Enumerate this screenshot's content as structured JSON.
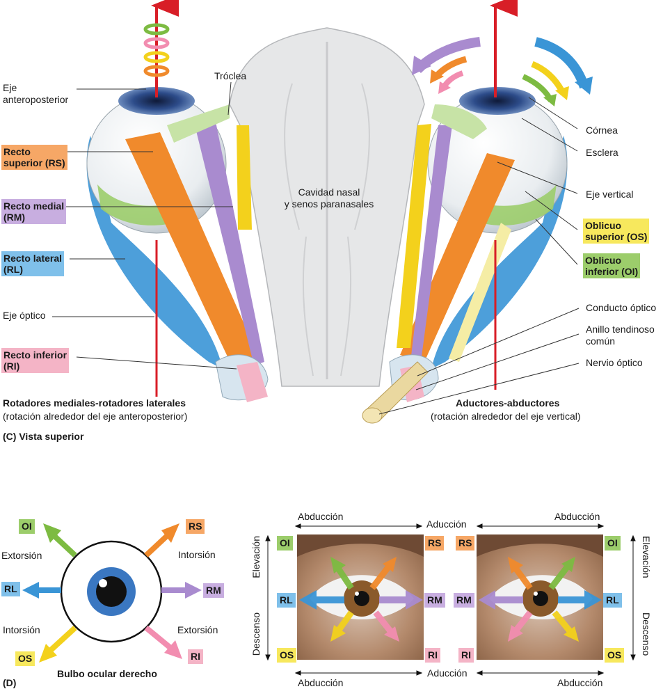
{
  "top": {
    "labels": {
      "eje_ap": "Eje\nanteroposterior",
      "troclea": "Tróclea",
      "cornea": "Córnea",
      "esclera": "Esclera",
      "eje_vertical": "Eje vertical",
      "eje_optico": "Eje óptico",
      "cavidad": "Cavidad nasal\ny senos paranasales",
      "conducto": "Conducto óptico",
      "anillo": "Anillo tendinoso\ncomún",
      "nervio": "Nervio óptico"
    },
    "tags": {
      "rs": "Recto\nsuperior (RS)",
      "rm": "Recto medial\n(RM)",
      "rl": "Recto lateral\n(RL)",
      "ri": "Recto inferior\n(RI)",
      "os": "Oblicuo\nsuperior (OS)",
      "oi": "Oblicuo\ninferior (OI)"
    },
    "captions": {
      "left_title": "Rotadores mediales-rotadores laterales",
      "left_sub": "(rotación alrededor del eje anteroposterior)",
      "right_title": "Aductores-abductores",
      "right_sub": "(rotación alrededor del eje vertical)",
      "view": "(C) Vista superior"
    }
  },
  "bottom_left": {
    "boxes": {
      "oi": "OI",
      "rs": "RS",
      "rl": "RL",
      "rm": "RM",
      "os": "OS",
      "ri": "RI"
    },
    "labels": {
      "extorsion1": "Extorsión",
      "intorsion1": "Intorsión",
      "intorsion2": "Intorsión",
      "extorsion2": "Extorsión"
    },
    "caption": "Bulbo ocular derecho",
    "panel": "(D)"
  },
  "bottom_right": {
    "top_labels": [
      "Abducción",
      "Aducción",
      "Abducción"
    ],
    "bottom_labels": [
      "Abducción",
      "Aducción",
      "Abducción"
    ],
    "left_eye_boxes": {
      "oi": "OI",
      "rs": "RS",
      "rl": "RL",
      "rm": "RM",
      "os": "OS",
      "ri": "RI"
    },
    "right_eye_boxes": {
      "rs": "RS",
      "oi": "OI",
      "rm": "RM",
      "rl": "RL",
      "ri": "RI",
      "os": "OS"
    },
    "side_labels": {
      "elevacion_l": "Elevación",
      "descenso_l": "Descenso",
      "elevacion_r": "Elevación",
      "descenso_r": "Descenso"
    }
  },
  "colors": {
    "orange": "#f08a2c",
    "purple": "#a98bcf",
    "blue": "#3a95d6",
    "pink": "#f28db0",
    "yellow": "#f3d11c",
    "green": "#7dbb42",
    "red": "#d81e27"
  }
}
